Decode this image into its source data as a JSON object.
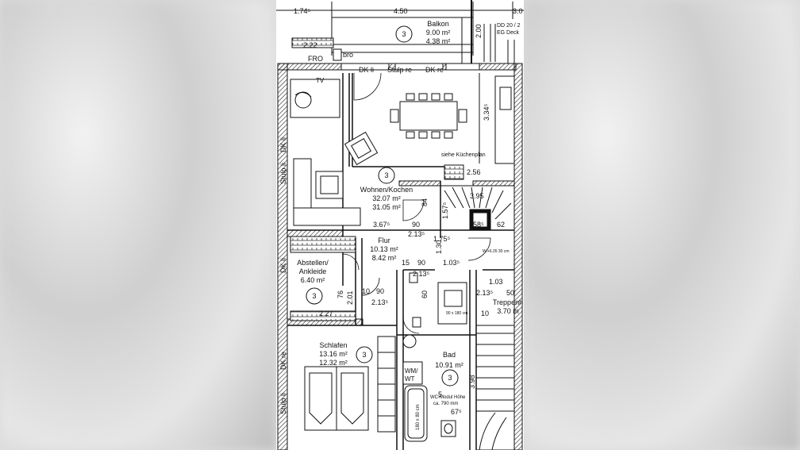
{
  "dimensions": {
    "top_a": "1.74⁵",
    "top_b": "4.50",
    "top_c": "3.0",
    "balcony_width": "2.22",
    "vert_a": "2.00",
    "kitchen_h": "3.34⁵",
    "kitchen_w": "2.56",
    "living_w": "3.67⁵",
    "d90_a": "90",
    "d84": "84",
    "d213_a": "2.13⁵",
    "d175": "1.75⁵",
    "d395": "3.95",
    "d58": "58⁵",
    "d62": "62",
    "d157": "1.57⁵",
    "d15": "15",
    "d90_b": "90",
    "d1035": "1.03⁵",
    "d130": "1.30",
    "d213_b": "2.13⁵",
    "d103": "1.03",
    "d213_c": "2.13⁵",
    "d10a": "10",
    "d90_c": "90",
    "d213_d": "2.13⁵",
    "d201": "2.01",
    "d76": "76",
    "d227": "2.27",
    "d60": "60",
    "d10b": "10",
    "d50": "50",
    "d398": "3.98",
    "d67": "67⁵",
    "d5": "5"
  },
  "labels": {
    "fro": "FRO",
    "bro": "bro",
    "dk_li_top": "DK li",
    "stulp_re": "Stulp re",
    "dk_re_top": "DK re",
    "tv": "TV",
    "dk_li_left1": "DK li",
    "stulp_li_1": "Stulp li",
    "dk_li_left2": "DK li",
    "dk_re_left": "DK re",
    "stulp_li_2": "Stulp li",
    "kitchen_plan": "siehe Küchenplan",
    "wm_wt_1": "WM/",
    "wm_wt_2": "WT",
    "tub": "180 x 80 cm",
    "shower": "90 x 180 cm",
    "wc_note_1": "WC-Modul Höhe",
    "wc_note_2": "ca. 790 mm",
    "deck_1": "DD 20 / 2",
    "deck_2": "EG Deck",
    "handwriting": "W.+6.35 30 cm"
  },
  "rooms": [
    {
      "key": "balkon",
      "name": "Balkon",
      "area1": "9.00 m²",
      "area2": "4.38 m²",
      "num": "3"
    },
    {
      "key": "wohnen",
      "name": "Wohnen/Kochen",
      "area1": "32.07 m²",
      "area2": "31.05 m²",
      "num": "3"
    },
    {
      "key": "flur",
      "name": "Flur",
      "area1": "10.13 m²",
      "area2": "8.42 m²",
      "num": ""
    },
    {
      "key": "abstellen",
      "name": "Abstellen/",
      "name2": "Ankleide",
      "area1": "6.40 m²",
      "num": "3"
    },
    {
      "key": "schlafen",
      "name": "Schlafen",
      "area1": "13.16 m²",
      "area2": "12.32 m²",
      "num": "3"
    },
    {
      "key": "bad",
      "name": "Bad",
      "area1": "10.91 m²",
      "num": "3"
    },
    {
      "key": "treppe",
      "name": "Treppenh",
      "area1": "3.70 m",
      "num": ""
    }
  ]
}
